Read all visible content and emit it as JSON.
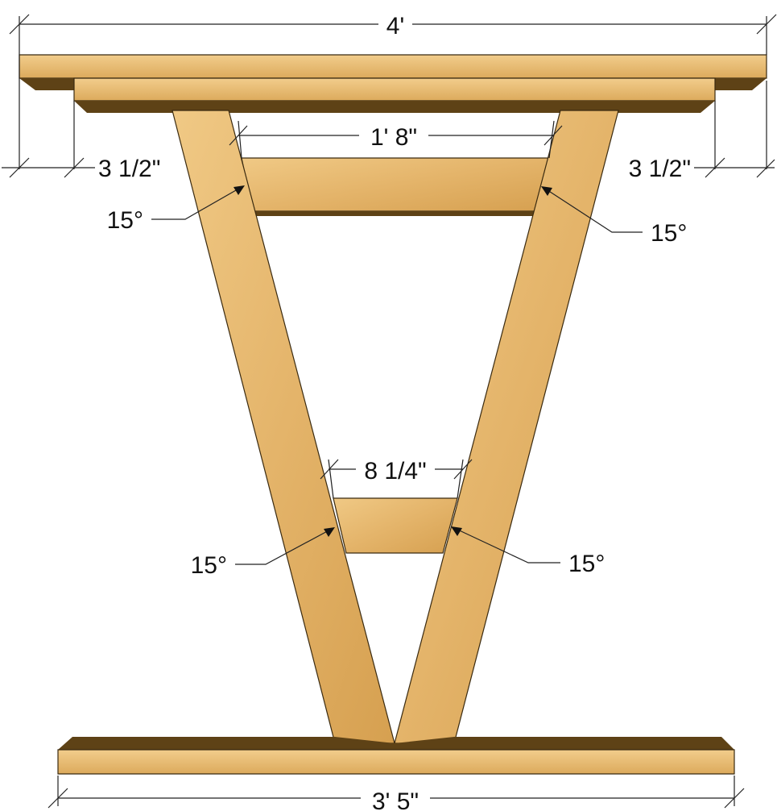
{
  "colors": {
    "wood_light": "#e9c07a",
    "wood_mid": "#d9a552",
    "wood_dark": "#5a3e15",
    "line": "#222222",
    "background": "#ffffff"
  },
  "dimensions": {
    "top_width": "4'",
    "overhang_left": "3 1/2\"",
    "overhang_right": "3 1/2\"",
    "upper_stretcher": "1' 8\"",
    "lower_stretcher": "8 1/4\"",
    "foot_length": "3' 5\""
  },
  "angles": {
    "upper_left": "15°",
    "upper_right": "15°",
    "lower_left": "15°",
    "lower_right": "15°"
  }
}
